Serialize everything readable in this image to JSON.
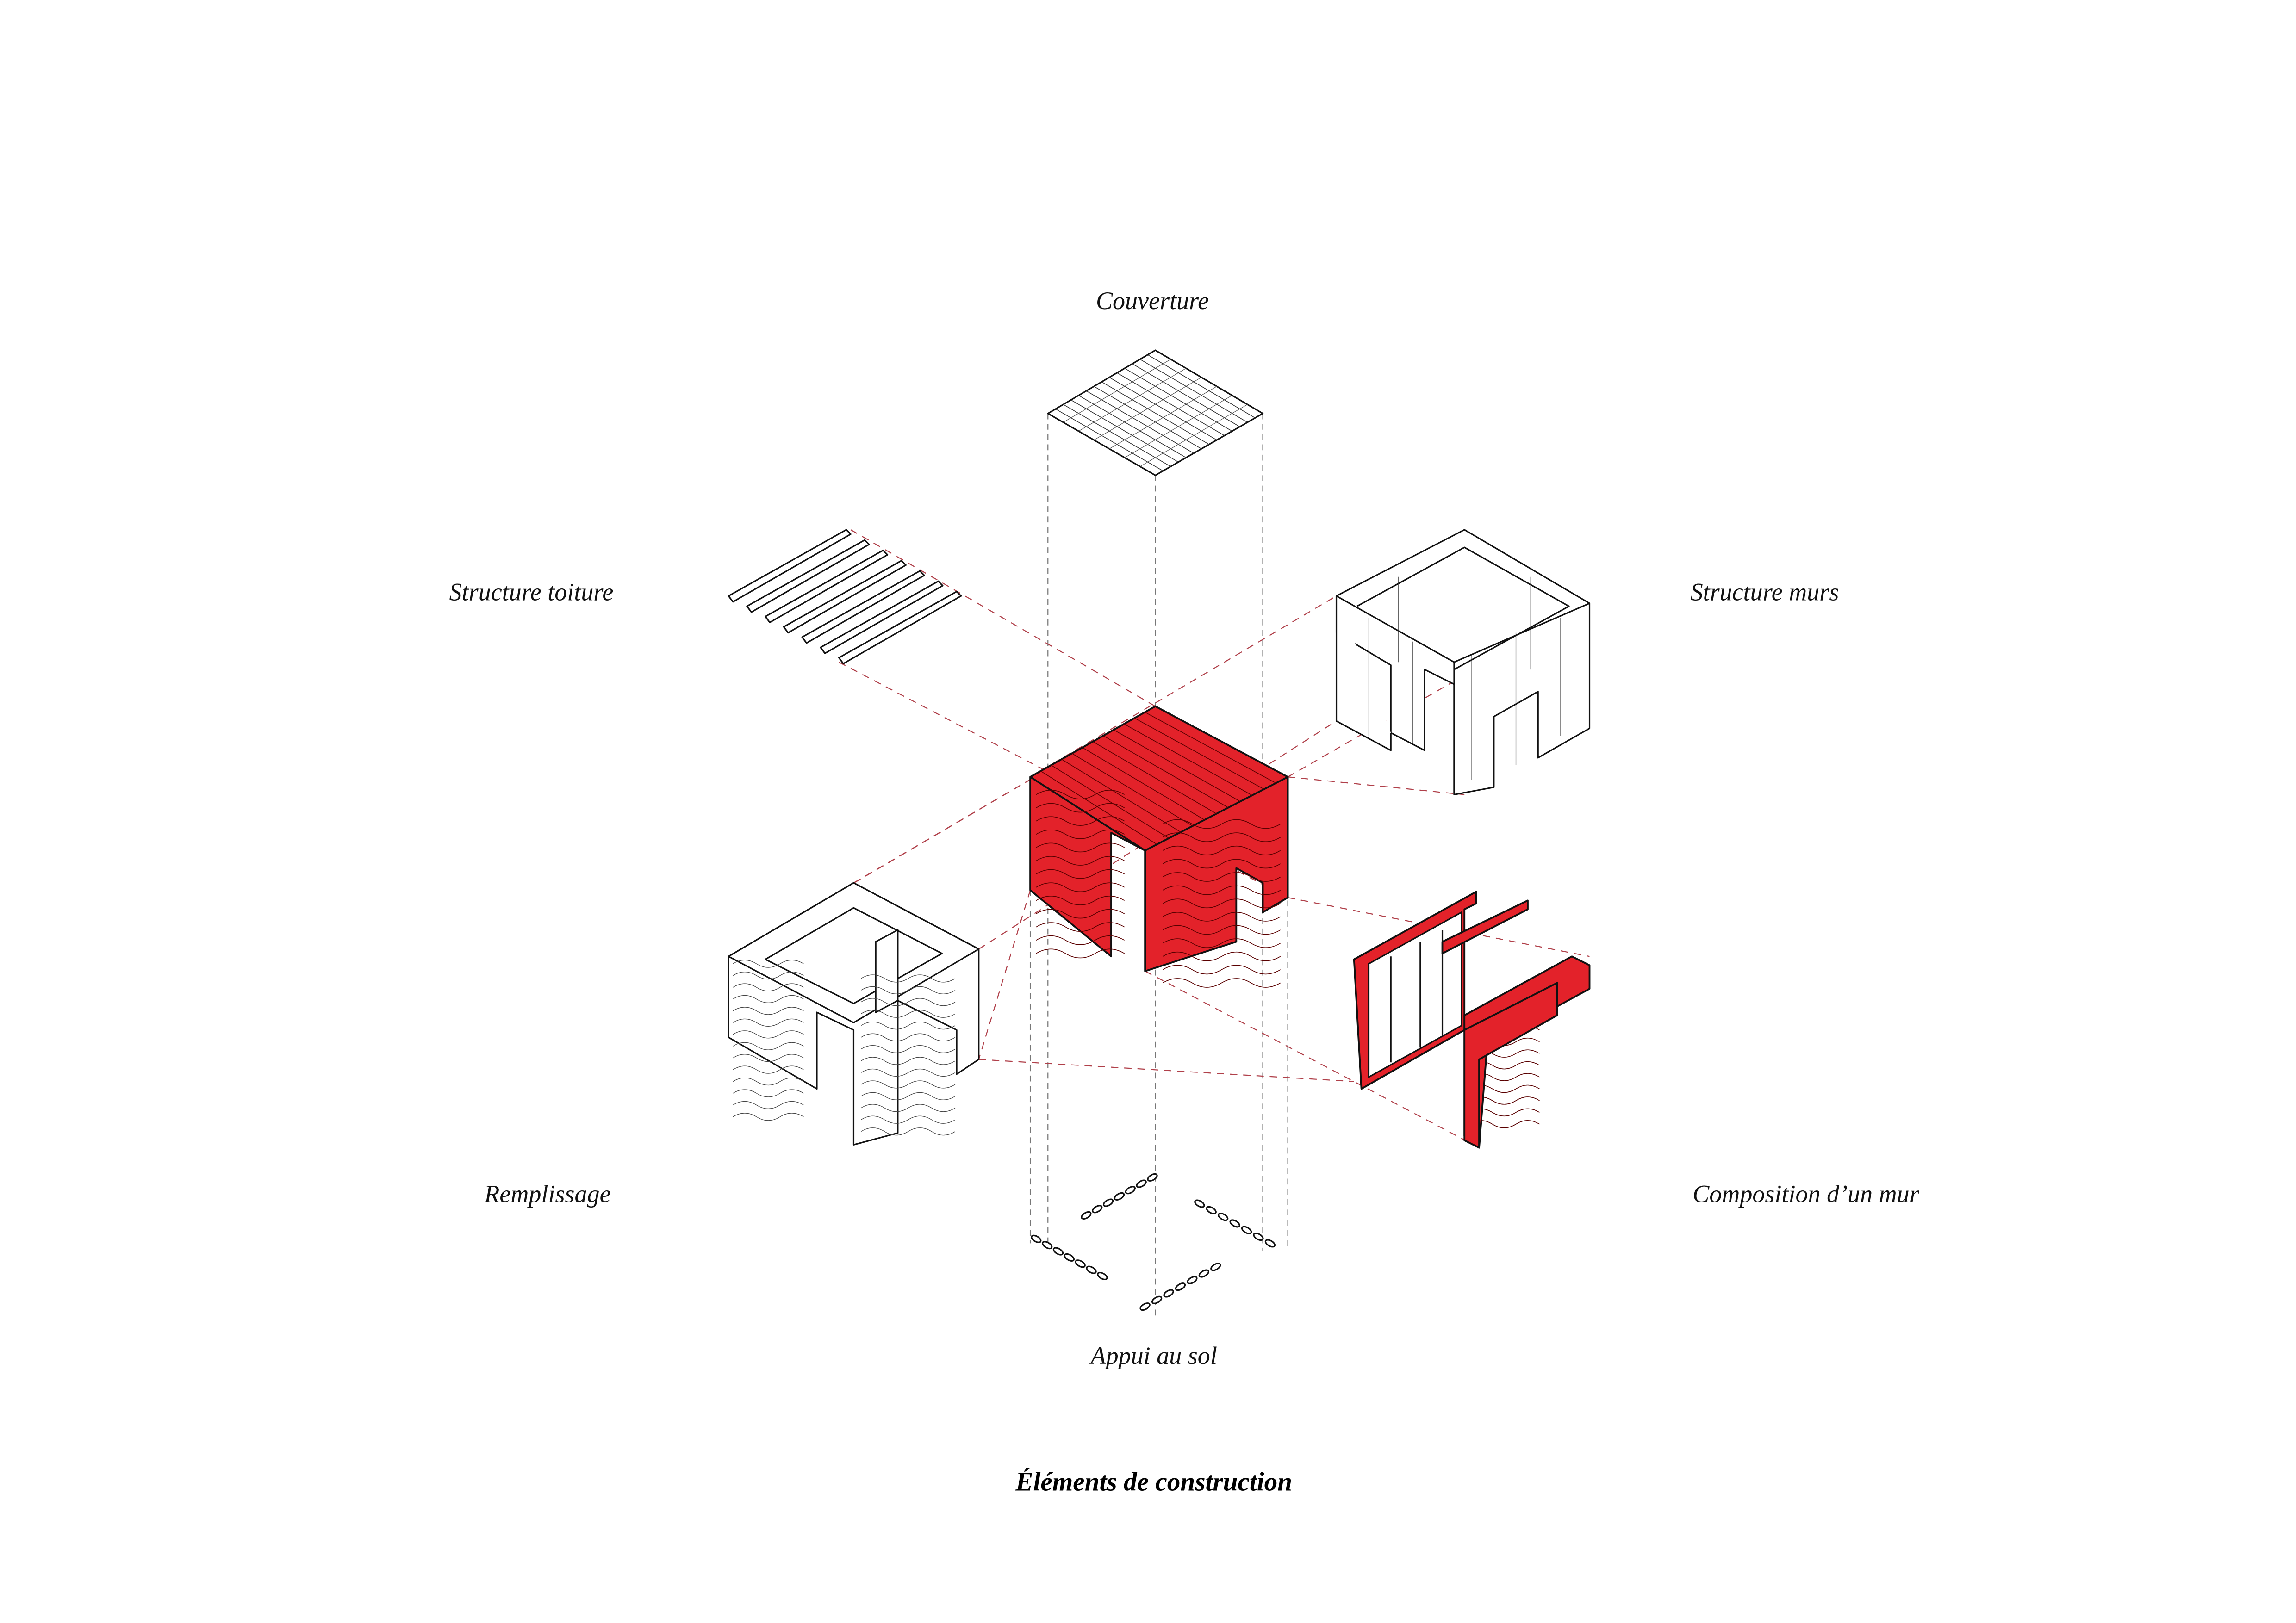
{
  "title": "Éléments de construction",
  "labels": {
    "couverture": "Couverture",
    "structure_toiture": "Structure toiture",
    "structure_murs": "Structure murs",
    "remplissage": "Remplissage",
    "composition_mur": "Composition d’un mur",
    "appui_sol": "Appui au sol"
  },
  "colors": {
    "accent": "#e3222a",
    "guide_red": "#b0404a",
    "guide_grey": "#777777"
  }
}
